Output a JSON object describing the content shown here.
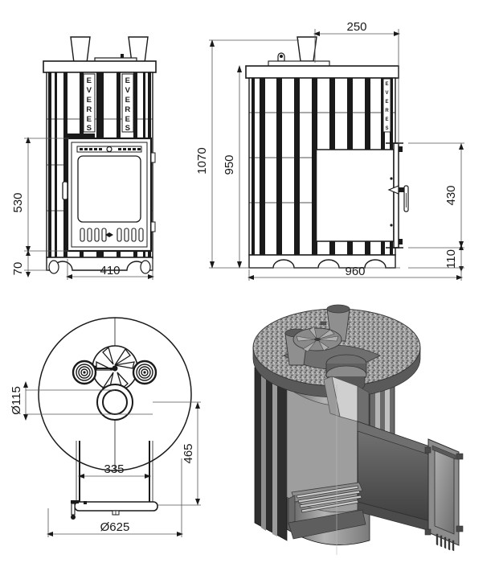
{
  "document": {
    "type": "technical-drawing",
    "subject": "EVERES sauna stove",
    "brand": "EVERES",
    "units": "mm",
    "views": [
      {
        "id": "front-elevation",
        "name": "Front elevation"
      },
      {
        "id": "side-elevation",
        "name": "Side elevation"
      },
      {
        "id": "plan-view",
        "name": "Plan view from top"
      },
      {
        "id": "cutaway-render",
        "name": "3D cutaway render"
      }
    ]
  },
  "front_view": {
    "name": "front-elevation",
    "brand_label_left": "EVERES",
    "brand_label_right": "EVERES",
    "dimensions": {
      "door_height": "530",
      "base_height": "70",
      "width": "410"
    }
  },
  "side_view": {
    "name": "side-elevation",
    "brand_label": "EVERES",
    "dimensions": {
      "total_height": "1070",
      "body_height": "950",
      "tunnel_offset": "250",
      "total_depth": "960",
      "door_height": "430",
      "door_base_height": "110"
    }
  },
  "plan_view": {
    "name": "plan-view",
    "dimensions": {
      "flue_diameter": "Ø115",
      "outer_diameter": "Ø625",
      "tunnel_width": "335",
      "tunnel_depth": "465"
    }
  },
  "render_view": {
    "name": "cutaway-render",
    "description": "3D sectioned view of cylindrical stove with stone top, firebox, grate and glass door"
  },
  "colors": {
    "line": "#1a1a1a",
    "dim_line": "#555555",
    "background": "#ffffff",
    "stone_light": "#b9b9b9",
    "stone_dark": "#6e6e6e",
    "metal_light": "#c9c9c9",
    "metal_mid": "#8f8f8f",
    "metal_dark": "#4a4a4a",
    "glass": "#9a9a9a"
  }
}
